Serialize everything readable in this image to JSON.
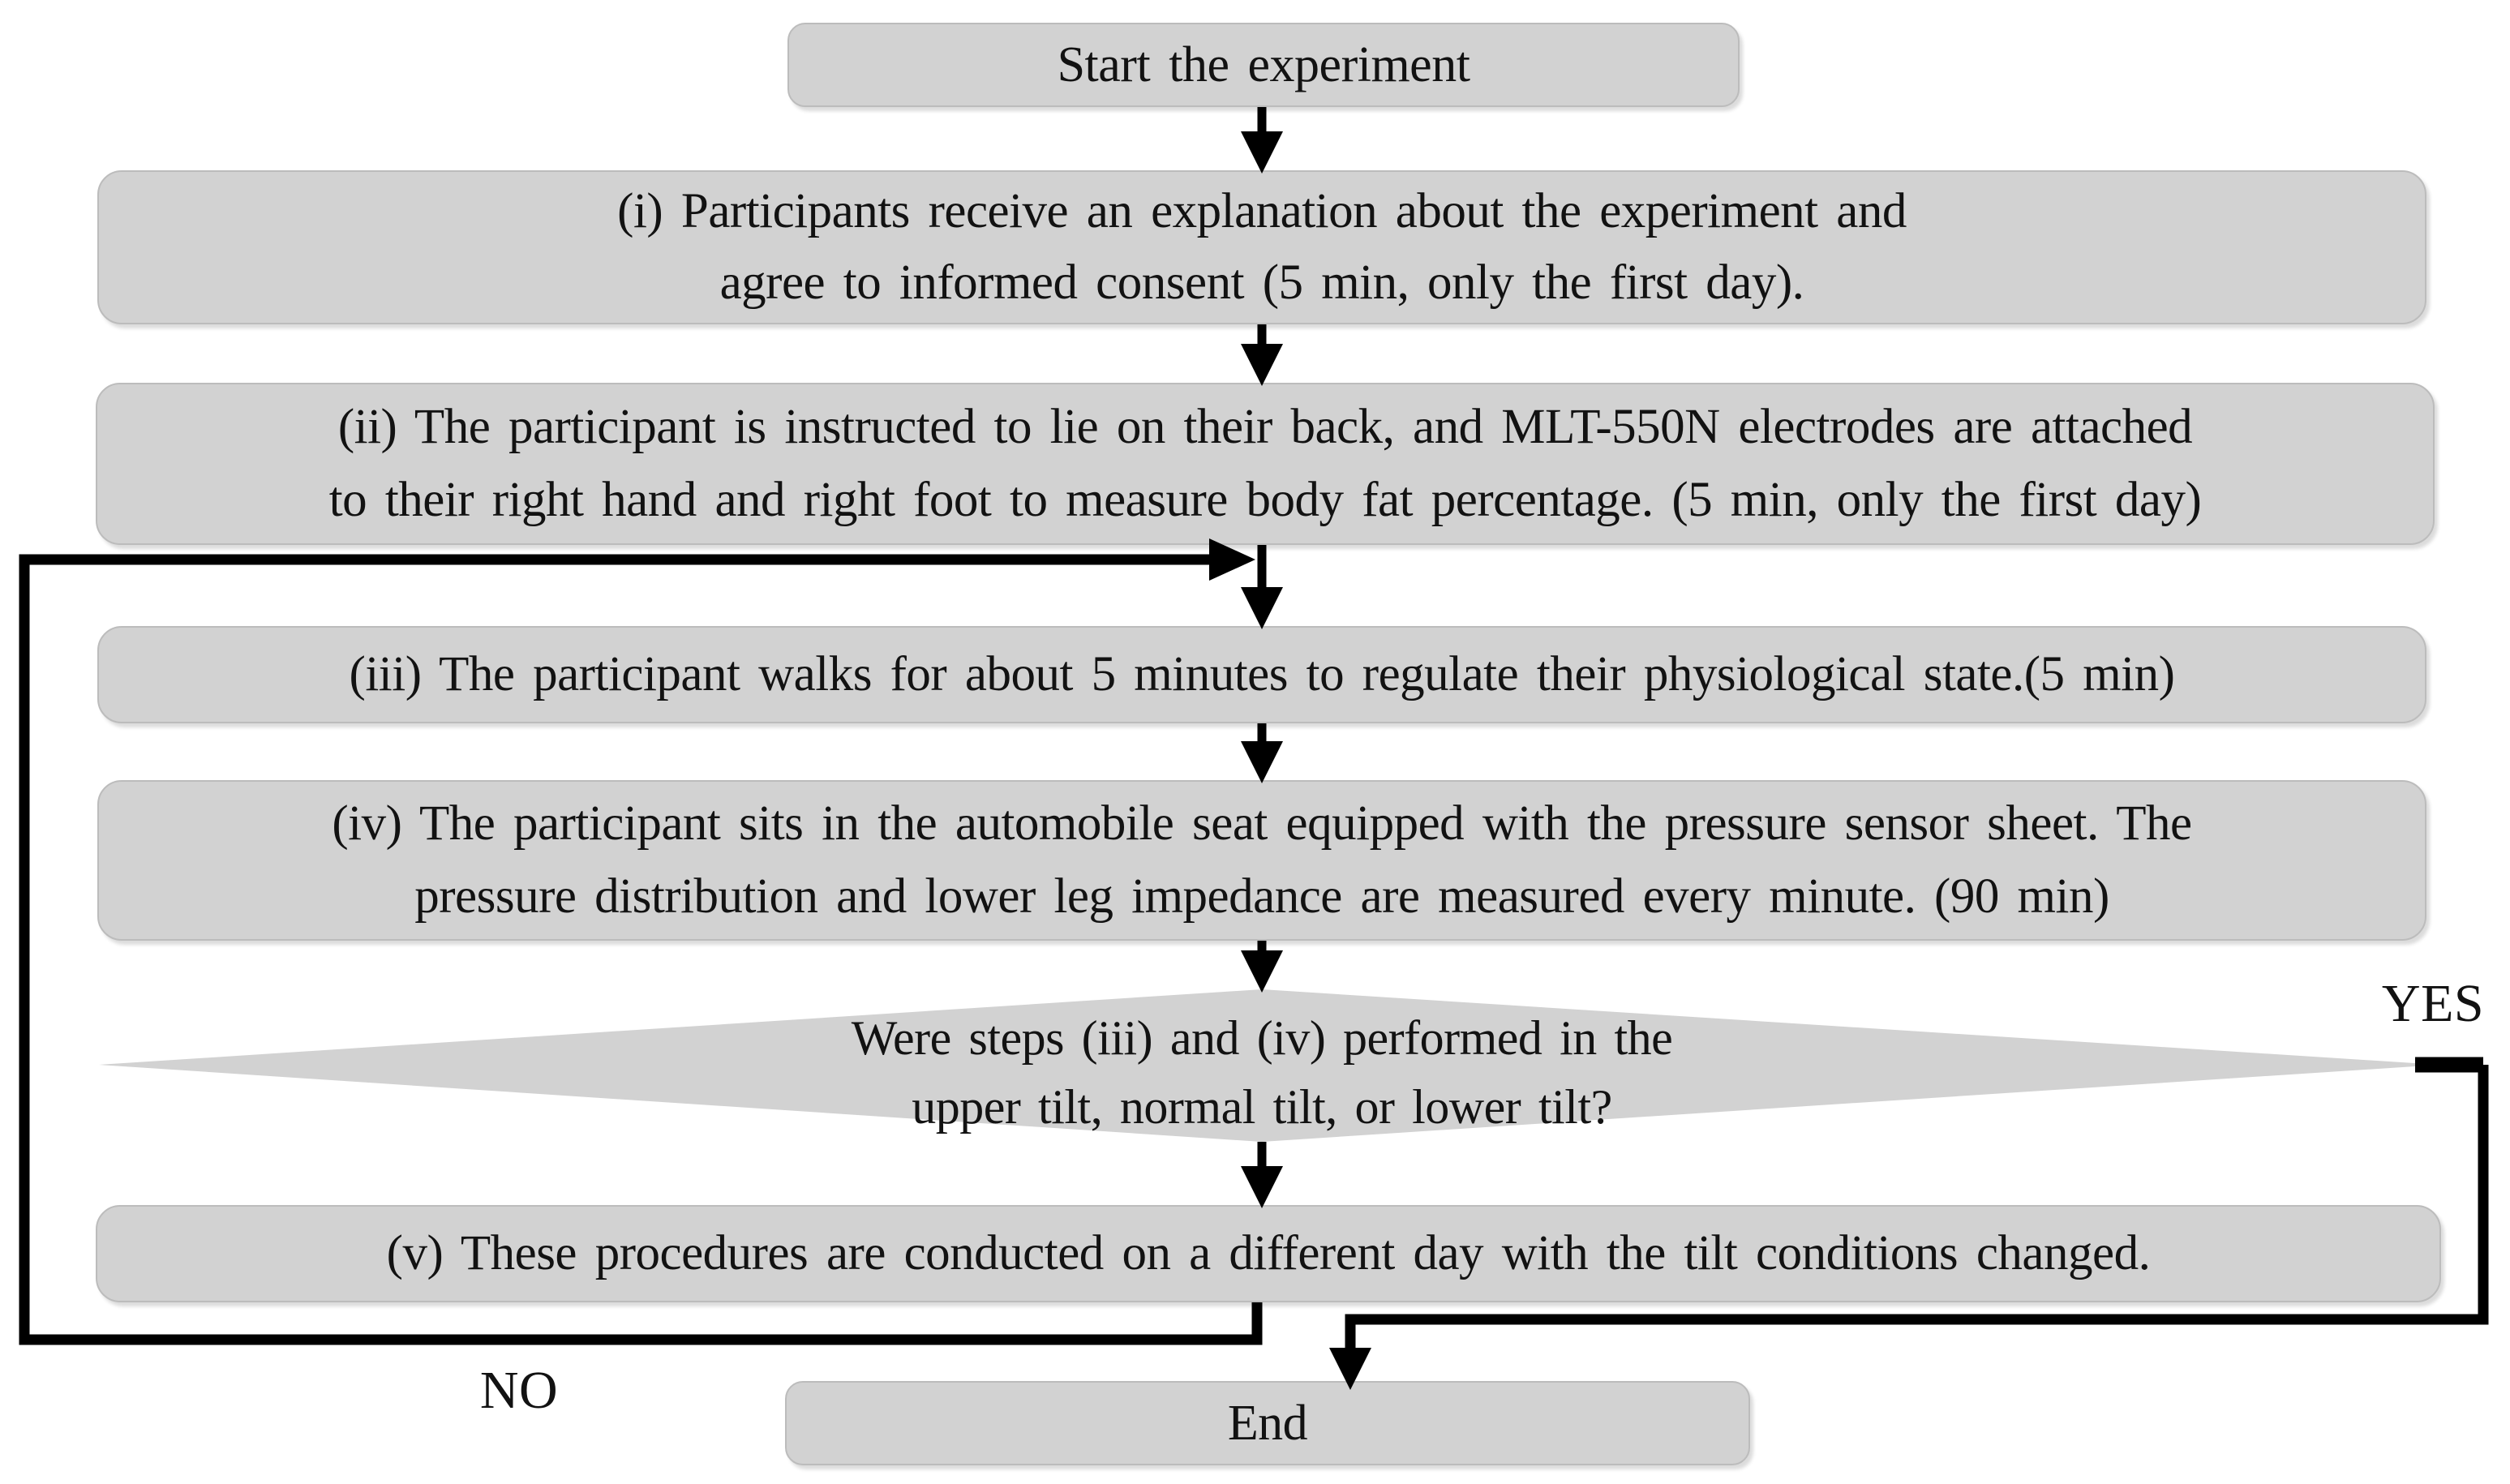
{
  "figure": {
    "type": "flowchart",
    "title": "Experiment procedure flowchart"
  },
  "colors": {
    "node_fill": "#d2d2d2",
    "node_border": "#bcbcbc",
    "connector": "#000000",
    "text": "#121212",
    "background": "#ffffff"
  },
  "nodes": {
    "start": {
      "shape": "rounded-rect",
      "lines": [
        "Start the experiment"
      ]
    },
    "step_i": {
      "shape": "rounded-rect",
      "lines": [
        "(i) Participants receive an explanation about the experiment and",
        "agree to informed consent (5 min, only the first day)."
      ]
    },
    "step_ii": {
      "shape": "rounded-rect",
      "lines": [
        "(ii) The participant is instructed to lie on their back, and MLT-550N electrodes are attached",
        "to their right hand and right foot to measure body fat percentage. (5 min, only the first day)"
      ]
    },
    "step_iii": {
      "shape": "rounded-rect",
      "lines": [
        "(iii) The participant walks for about 5 minutes to regulate their physiological state.(5 min)"
      ]
    },
    "step_iv": {
      "shape": "rounded-rect",
      "lines": [
        "(iv) The participant sits in the automobile seat equipped with the pressure sensor sheet. The",
        "pressure distribution and lower leg impedance are measured every minute. (90 min)"
      ]
    },
    "decision": {
      "shape": "diamond",
      "lines": [
        "Were steps (iii) and (iv) performed in the",
        "upper tilt, normal tilt, or lower tilt?"
      ]
    },
    "step_v": {
      "shape": "rounded-rect",
      "lines": [
        "(v) These procedures are conducted on a different day with the tilt conditions changed."
      ]
    },
    "end": {
      "shape": "rounded-rect",
      "lines": [
        "End"
      ]
    }
  },
  "edge_labels": {
    "yes": "YES",
    "no": "NO"
  },
  "edges": [
    {
      "from": "start",
      "to": "step_i"
    },
    {
      "from": "step_i",
      "to": "step_ii"
    },
    {
      "from": "step_ii",
      "to": "step_iii"
    },
    {
      "from": "step_iii",
      "to": "step_iv"
    },
    {
      "from": "step_iv",
      "to": "decision"
    },
    {
      "from": "decision",
      "to": "step_v"
    },
    {
      "from": "decision",
      "to": "end",
      "label": "YES"
    },
    {
      "from": "step_v",
      "to": "step_iii",
      "label": "NO"
    }
  ]
}
